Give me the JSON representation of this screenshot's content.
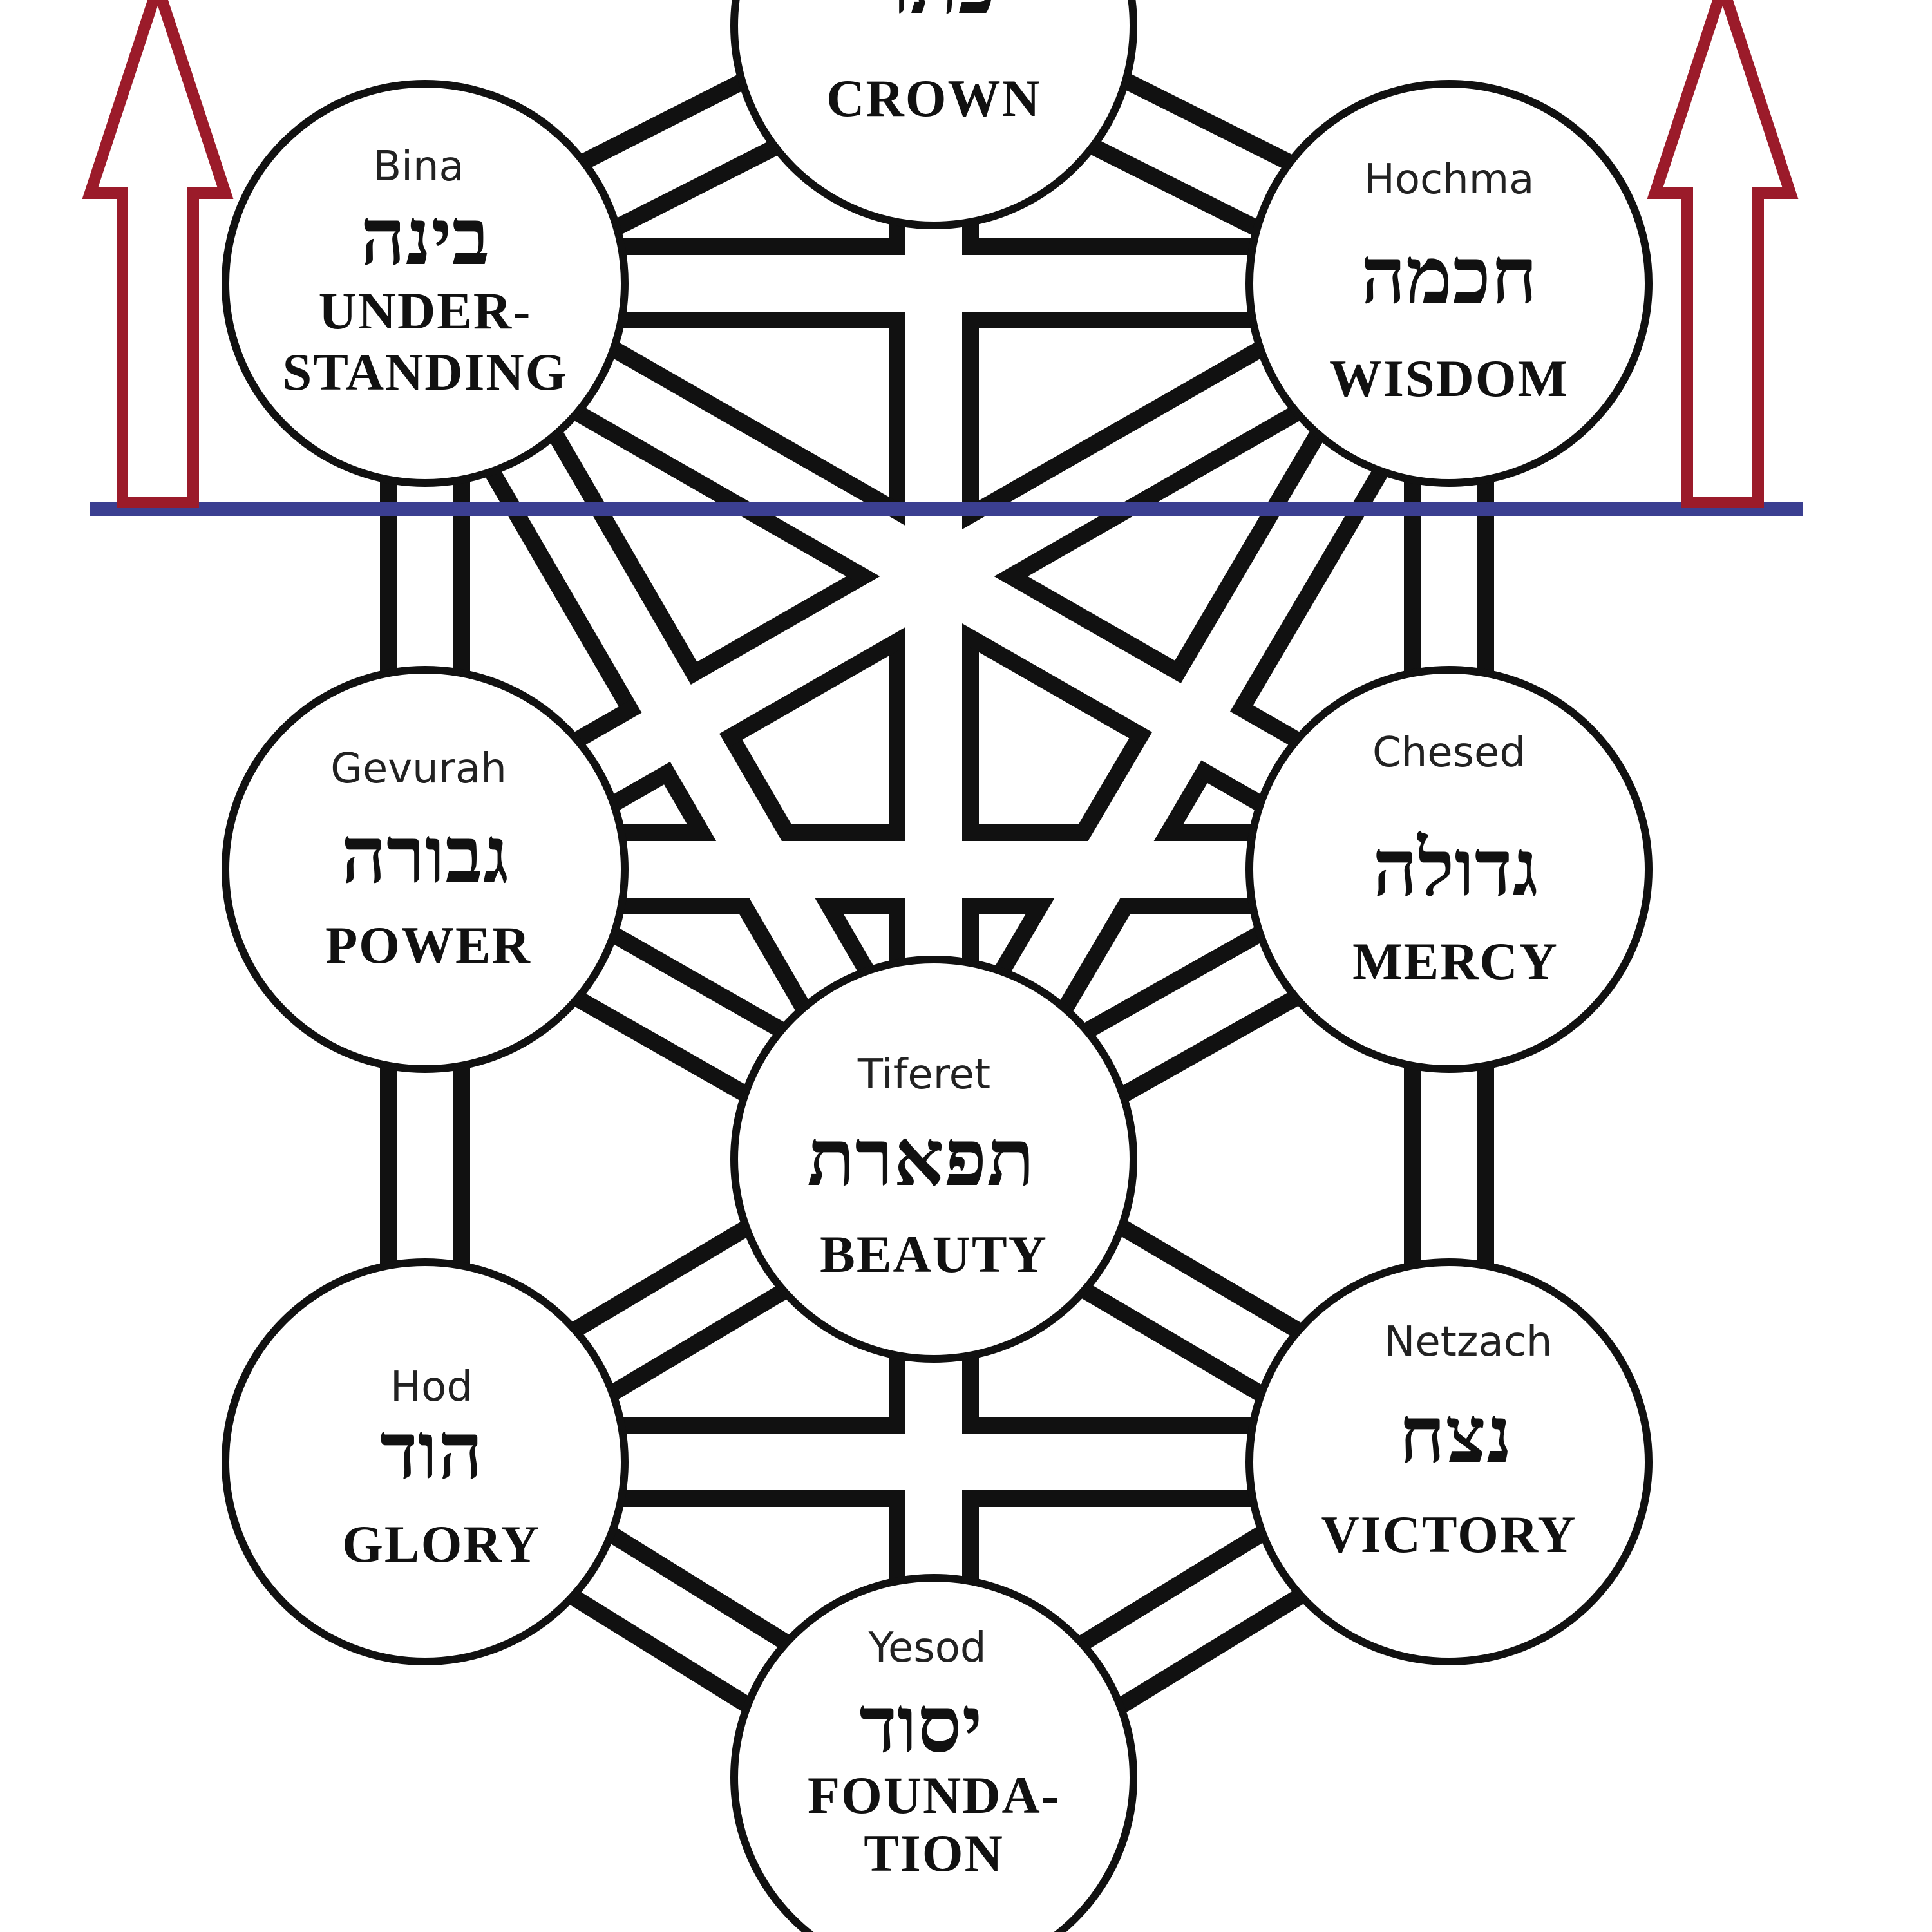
{
  "colors": {
    "ink": "#111111",
    "divider": "#3b3f91",
    "arrows": "#9b1b2a",
    "background": "#ffffff"
  },
  "sefirot": {
    "keter": {
      "translit": "",
      "hebrew": "כתר",
      "english": [
        "CROWN"
      ]
    },
    "bina": {
      "translit": "Bina",
      "hebrew": "בינה",
      "english": [
        "UNDER-",
        "STANDING"
      ]
    },
    "hochma": {
      "translit": "Hochma",
      "hebrew": "חכמה",
      "english": [
        "WISDOM"
      ]
    },
    "gevurah": {
      "translit": "Gevurah",
      "hebrew": "גבורה",
      "english": [
        "POWER"
      ]
    },
    "chesed": {
      "translit": "Chesed",
      "hebrew": "גדולה",
      "english": [
        "MERCY"
      ]
    },
    "tiferet": {
      "translit": "Tiferet",
      "hebrew": "תפארת",
      "english": [
        "BEAUTY"
      ]
    },
    "hod": {
      "translit": "Hod",
      "hebrew": "הוד",
      "english": [
        "GLORY"
      ]
    },
    "netzach": {
      "translit": "Netzach",
      "hebrew": "נצח",
      "english": [
        "VICTORY"
      ]
    },
    "yesod": {
      "translit": "Yesod",
      "hebrew": "יסוד",
      "english": [
        "FOUNDA-",
        "TION"
      ]
    }
  },
  "paths": [
    [
      "keter",
      "hochma"
    ],
    [
      "keter",
      "bina"
    ],
    [
      "keter",
      "tiferet"
    ],
    [
      "hochma",
      "bina"
    ],
    [
      "hochma",
      "chesed"
    ],
    [
      "bina",
      "gevurah"
    ],
    [
      "hochma",
      "tiferet"
    ],
    [
      "bina",
      "tiferet"
    ],
    [
      "hochma",
      "gevurah"
    ],
    [
      "bina",
      "chesed"
    ],
    [
      "chesed",
      "gevurah"
    ],
    [
      "chesed",
      "tiferet"
    ],
    [
      "gevurah",
      "tiferet"
    ],
    [
      "chesed",
      "netzach"
    ],
    [
      "gevurah",
      "hod"
    ],
    [
      "tiferet",
      "netzach"
    ],
    [
      "tiferet",
      "hod"
    ],
    [
      "tiferet",
      "yesod"
    ],
    [
      "netzach",
      "hod"
    ],
    [
      "netzach",
      "yesod"
    ],
    [
      "hod",
      "yesod"
    ]
  ]
}
